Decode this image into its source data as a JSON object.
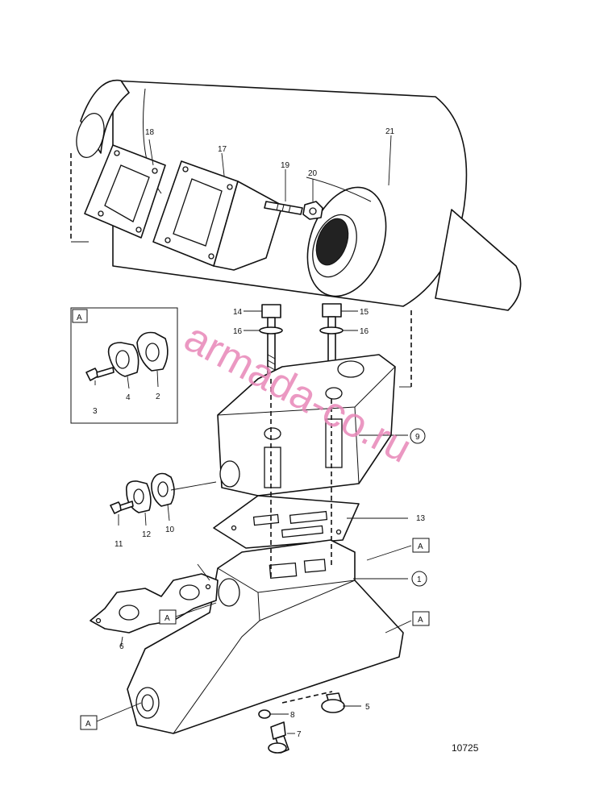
{
  "drawing_number": "10725",
  "watermark": "armada-co.ru",
  "detail_view_label": "A",
  "reference_marker": "A",
  "callouts": {
    "p1": "1",
    "p2": "2",
    "p3": "3",
    "p4": "4",
    "p5": "5",
    "p6": "6",
    "p7": "7",
    "p8": "8",
    "p9": "9",
    "p10": "10",
    "p11": "11",
    "p12": "12",
    "p13": "13",
    "p14": "14",
    "p15": "15",
    "p16a": "16",
    "p16b": "16",
    "p17": "17",
    "p18": "18",
    "p19": "19",
    "p20": "20",
    "p21": "21"
  }
}
